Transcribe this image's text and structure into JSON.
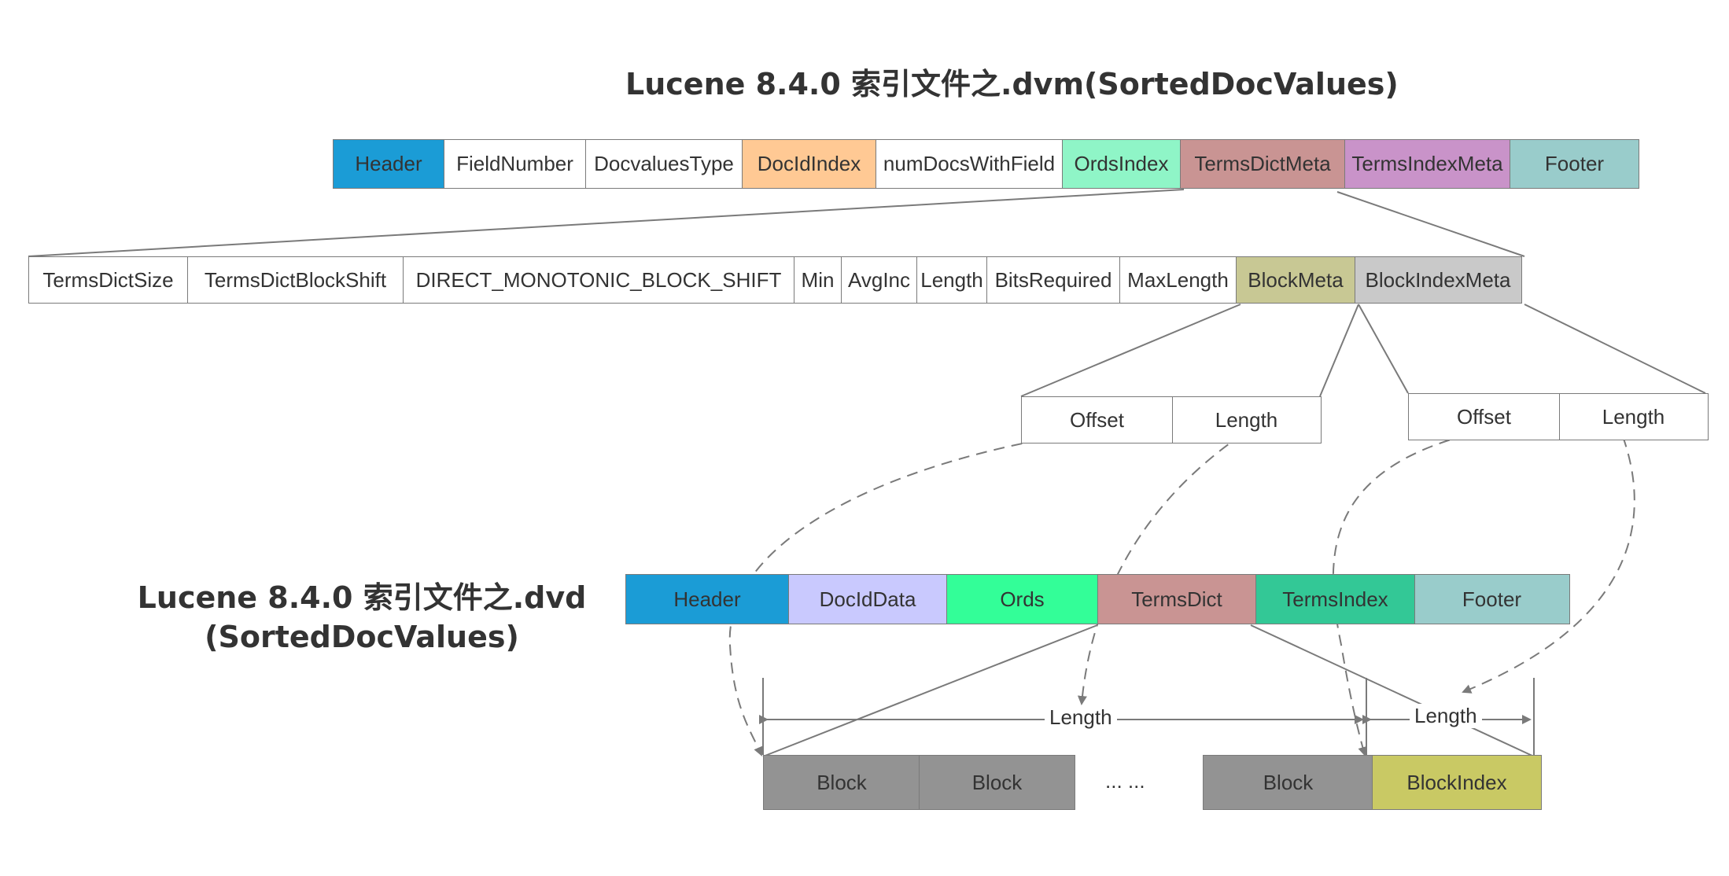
{
  "titles": {
    "dvm": "Lucene 8.4.0 索引文件之.dvm(SortedDocValues)",
    "dvd_line1": "Lucene 8.4.0 索引文件之.dvd",
    "dvd_line2": "(SortedDocValues)"
  },
  "dvm_fields": [
    {
      "label": "Header",
      "color": "#1b9cd6"
    },
    {
      "label": "FieldNumber",
      "color": "#ffffff"
    },
    {
      "label": "DocvaluesType",
      "color": "#ffffff"
    },
    {
      "label": "DocIdIndex",
      "color": "#ffc994"
    },
    {
      "label": "numDocsWithField",
      "color": "#ffffff"
    },
    {
      "label": "OrdsIndex",
      "color": "#8ff5c7"
    },
    {
      "label": "TermsDictMeta",
      "color": "#c99493"
    },
    {
      "label": "TermsIndexMeta",
      "color": "#c993c9"
    },
    {
      "label": "Footer",
      "color": "#99cccb"
    }
  ],
  "terms_dict_meta_fields": [
    {
      "label": "TermsDictSize",
      "color": "#ffffff"
    },
    {
      "label": "TermsDictBlockShift",
      "color": "#ffffff"
    },
    {
      "label": "DIRECT_MONOTONIC_BLOCK_SHIFT",
      "color": "#ffffff"
    },
    {
      "label": "Min",
      "color": "#ffffff"
    },
    {
      "label": "AvgInc",
      "color": "#ffffff"
    },
    {
      "label": "Length",
      "color": "#ffffff"
    },
    {
      "label": "BitsRequired",
      "color": "#ffffff"
    },
    {
      "label": "MaxLength",
      "color": "#ffffff"
    },
    {
      "label": "BlockMeta",
      "color": "#c8c894"
    },
    {
      "label": "BlockIndexMeta",
      "color": "#c9c9c9"
    }
  ],
  "block_meta_fields": [
    {
      "label": "Offset",
      "color": "#ffffff"
    },
    {
      "label": "Length",
      "color": "#ffffff"
    }
  ],
  "block_index_meta_fields": [
    {
      "label": "Offset",
      "color": "#ffffff"
    },
    {
      "label": "Length",
      "color": "#ffffff"
    }
  ],
  "dvd_fields": [
    {
      "label": "Header",
      "color": "#1b9cd6"
    },
    {
      "label": "DocIdData",
      "color": "#c9c9fe"
    },
    {
      "label": "Ords",
      "color": "#33fe98"
    },
    {
      "label": "TermsDict",
      "color": "#c99493"
    },
    {
      "label": "TermsIndex",
      "color": "#33c896"
    },
    {
      "label": "Footer",
      "color": "#99cccb"
    }
  ],
  "blocks": [
    {
      "label": "Block",
      "color": "#939393"
    },
    {
      "label": "Block",
      "color": "#939393"
    },
    {
      "label": "Block",
      "color": "#939393"
    },
    {
      "label": "BlockIndex",
      "color": "#c9c964"
    }
  ],
  "ellipsis": "... ...",
  "length_labels": [
    "Length",
    "Length"
  ]
}
